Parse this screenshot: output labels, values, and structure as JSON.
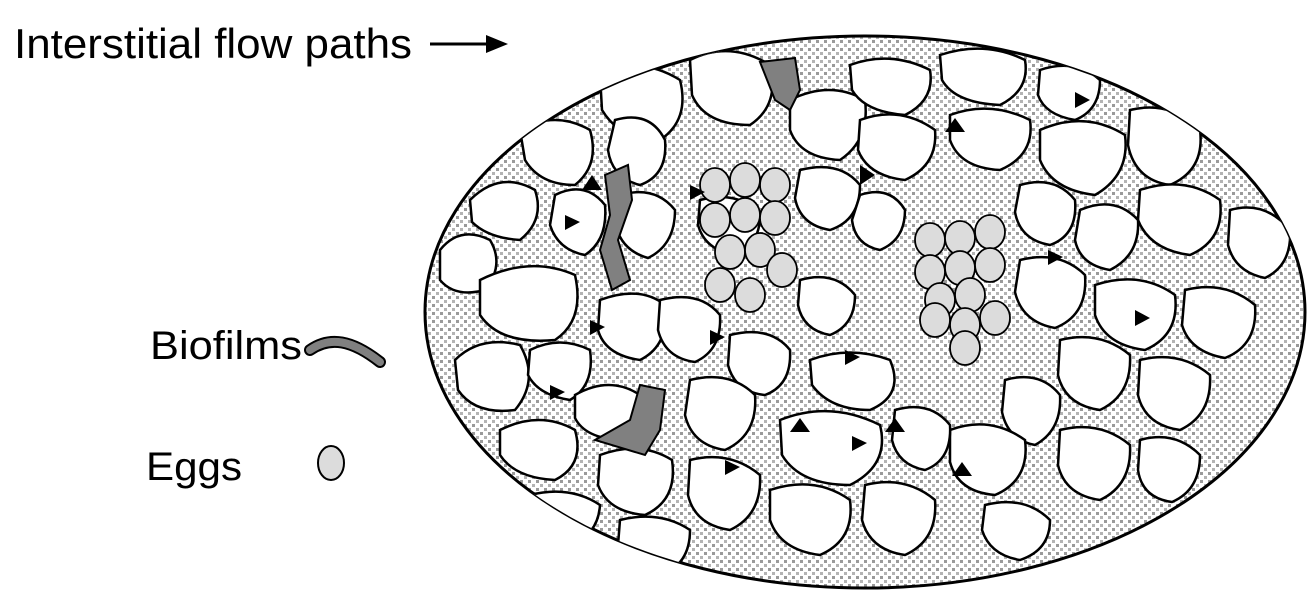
{
  "legend": {
    "flow_label": "Interstitial flow paths",
    "biofilm_label": "Biofilms",
    "eggs_label": "Eggs"
  },
  "colors": {
    "matrix_stipple": "#9a9a9a",
    "grain_fill": "#ffffff",
    "grain_stroke": "#000000",
    "biofilm": "#808080",
    "egg_fill": "#dcdcdc",
    "arrow": "#000000"
  },
  "icons": {
    "flow_arrow": "arrow-right-icon",
    "biofilm": "biofilm-strand-icon",
    "egg": "egg-circle-icon"
  }
}
